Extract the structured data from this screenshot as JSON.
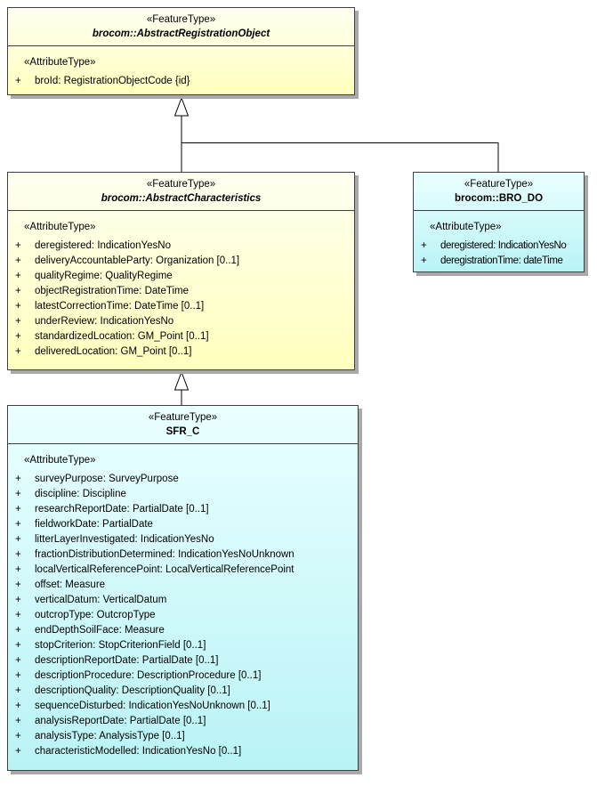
{
  "diagram": {
    "type": "uml-class-diagram",
    "visibility_symbol": "+",
    "colors": {
      "class_fill_yellow": "#FFFFCC",
      "class_fill_cyan": "#CCFFFF",
      "border": "#404040",
      "shadow": "#A9A9A9",
      "connector": "#000000"
    },
    "classes": {
      "registration": {
        "stereotype": "«FeatureType»",
        "name": "brocom::AbstractRegistrationObject",
        "attr_stereotype": "«AttributeType»",
        "attributes": [
          "broId: RegistrationObjectCode {id}"
        ]
      },
      "characteristics": {
        "stereotype": "«FeatureType»",
        "name": "brocom::AbstractCharacteristics",
        "attr_stereotype": "«AttributeType»",
        "attributes": [
          "deregistered: IndicationYesNo",
          "deliveryAccountableParty: Organization [0..1]",
          "qualityRegime: QualityRegime",
          "objectRegistrationTime: DateTime",
          "latestCorrectionTime: DateTime [0..1]",
          "underReview: IndicationYesNo",
          "standardizedLocation: GM_Point [0..1]",
          "deliveredLocation: GM_Point [0..1]"
        ]
      },
      "bro_do": {
        "stereotype": "«FeatureType»",
        "name": "brocom::BRO_DO",
        "attr_stereotype": "«AttributeType»",
        "attributes": [
          "deregistered: IndicationYesNo",
          "deregistrationTime: dateTime"
        ]
      },
      "sfr_c": {
        "stereotype": "«FeatureType»",
        "name": "SFR_C",
        "attr_stereotype": "«AttributeType»",
        "attributes": [
          "surveyPurpose: SurveyPurpose",
          "discipline: Discipline",
          "researchReportDate: PartialDate [0..1]",
          "fieldworkDate: PartialDate",
          "litterLayerInvestigated: IndicationYesNo",
          "fractionDistributionDetermined: IndicationYesNoUnknown",
          "localVerticalReferencePoint: LocalVerticalReferencePoint",
          "offset: Measure",
          "verticalDatum: VerticalDatum",
          "outcropType: OutcropType",
          "endDepthSoilFace: Measure",
          "stopCriterion: StopCriterionField [0..1]",
          "descriptionReportDate: PartialDate [0..1]",
          "descriptionProcedure: DescriptionProcedure [0..1]",
          "descriptionQuality: DescriptionQuality [0..1]",
          "sequenceDisturbed: IndicationYesNoUnknown [0..1]",
          "analysisReportDate: PartialDate [0..1]",
          "analysisType: AnalysisType [0..1]",
          "characteristicModelled: IndicationYesNo [0..1]"
        ]
      }
    },
    "relationships": [
      {
        "type": "generalization",
        "from": "brocom::AbstractCharacteristics",
        "to": "brocom::AbstractRegistrationObject"
      },
      {
        "type": "generalization",
        "from": "brocom::BRO_DO",
        "to": "brocom::AbstractRegistrationObject"
      },
      {
        "type": "generalization",
        "from": "SFR_C",
        "to": "brocom::AbstractCharacteristics"
      }
    ]
  }
}
